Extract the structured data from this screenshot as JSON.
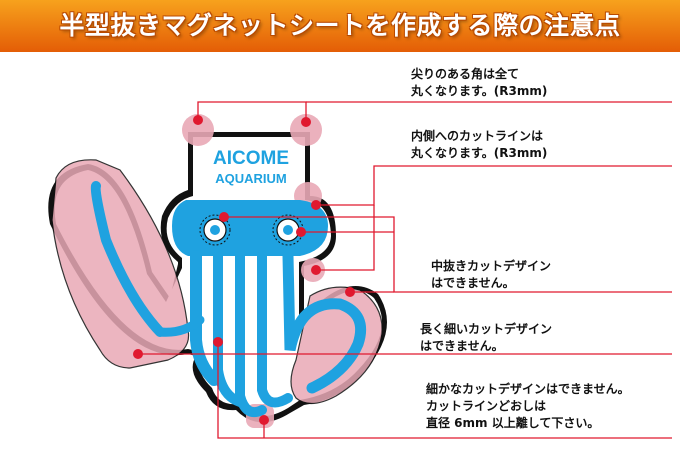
{
  "title": "半型抜きマグネットシートを作成する際の注意点",
  "logo_text": {
    "line1": "AICOME",
    "line2": "AQUARIUM"
  },
  "notes": [
    {
      "line1": "尖りのある角は全て",
      "line2": "丸くなります。(R3mm)"
    },
    {
      "line1": "内側へのカットラインは",
      "line2": "丸くなります。(R3mm)"
    },
    {
      "line1": "中抜きカットデザイン",
      "line2": "はできません。"
    },
    {
      "line1": "長く細いカットデザイン",
      "line2": "はできません。"
    },
    {
      "line1": "細かなカットデザインはできません。",
      "line2": "カットラインどおしは",
      "line3": "直径 6mm 以上離して下さい。"
    }
  ],
  "colors": {
    "title_bar": "#ee7d12",
    "leader_line": "#e0192f",
    "marker": "#e0192f",
    "highlight": "#e9a9b6",
    "jellyfish": "#1fa2e0",
    "outline": "#111111"
  }
}
